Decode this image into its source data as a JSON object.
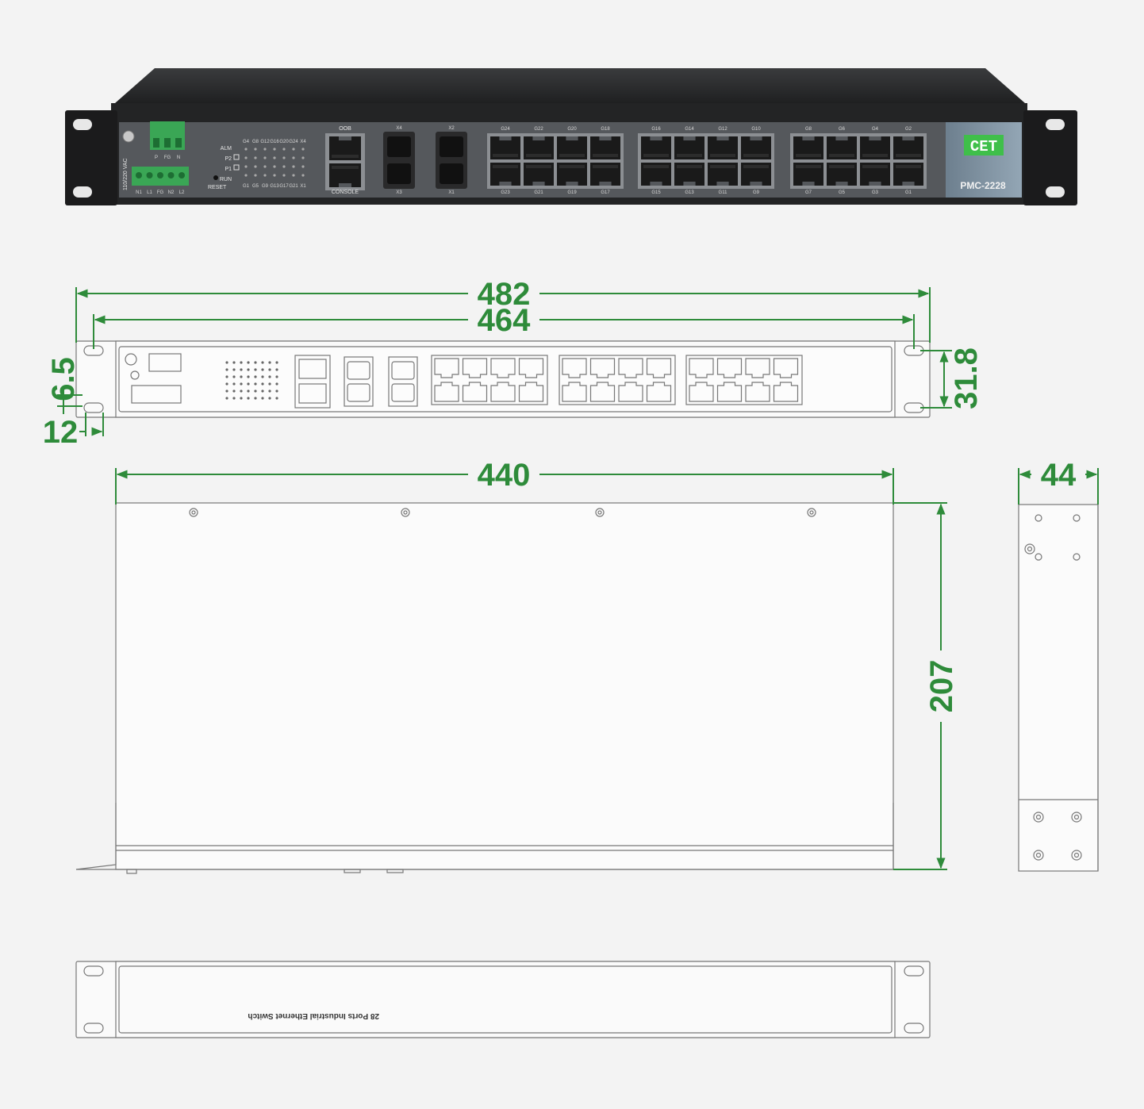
{
  "colors": {
    "dimension": "#2e8b3a",
    "chassis": "#2b2b2b",
    "panel": "#55585c",
    "brand_panel": "#7f93a3",
    "logo": "#3fbf4a",
    "terminal": "#3aa655",
    "drawing_line": "#555555"
  },
  "photo": {
    "model": "PMC-2228",
    "brand_logo": "CET",
    "power_label": "110/220 VAC",
    "power_terminals": [
      "N1",
      "L1",
      "FG",
      "N2",
      "L2"
    ],
    "alarm_terminals": [
      "P",
      "FG",
      "N"
    ],
    "led_labels": [
      "ALM",
      "P2",
      "P1",
      "RUN"
    ],
    "reset_label": "RESET",
    "led_top_labels": [
      "G4",
      "G8",
      "G12",
      "G16",
      "G20",
      "G24",
      "X4"
    ],
    "led_bottom_labels": [
      "G1",
      "G5",
      "G9",
      "G13",
      "G17",
      "G21",
      "X1"
    ],
    "oob_label": "OOB",
    "console_label": "CONSOLE",
    "sfp_top_labels": [
      "X4",
      "X2"
    ],
    "sfp_bottom_labels": [
      "X3",
      "X1"
    ],
    "port_groups": [
      {
        "top": [
          "G24",
          "G22",
          "G20",
          "G18"
        ],
        "bottom": [
          "G23",
          "G21",
          "G19",
          "G17"
        ]
      },
      {
        "top": [
          "G16",
          "G14",
          "G12",
          "G10"
        ],
        "bottom": [
          "G15",
          "G13",
          "G11",
          "G9"
        ]
      },
      {
        "top": [
          "G8",
          "G6",
          "G4",
          "G2"
        ],
        "bottom": [
          "G7",
          "G5",
          "G3",
          "G1"
        ]
      }
    ]
  },
  "dimensions": {
    "overall_width": "482",
    "mount_hole_spacing": "464",
    "hole_offset": "6.5",
    "ear_width": "12",
    "hole_vertical_spacing": "31.8",
    "body_width": "440",
    "depth": "207",
    "height": "44"
  },
  "rear_view": {
    "label": "28 Ports Industrial Ethernet Switch"
  }
}
